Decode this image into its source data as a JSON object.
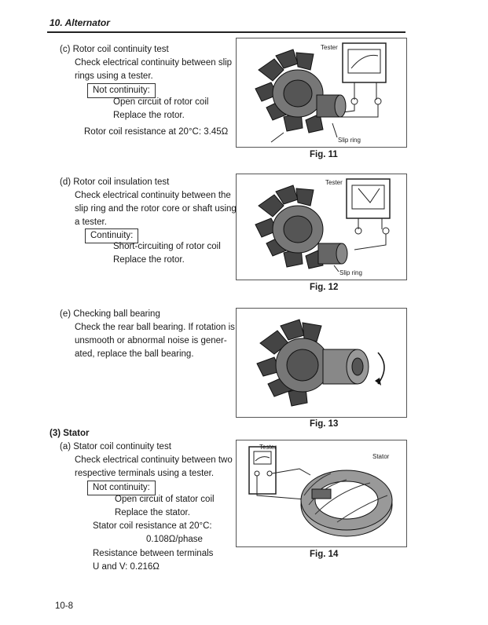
{
  "header": {
    "title": "10. Alternator"
  },
  "sections": {
    "c": {
      "title": "(c)  Rotor coil continuity test",
      "body": [
        "Check electrical continuity between slip",
        "rings using a tester."
      ],
      "box": "Not continuity:",
      "actions": [
        "Open circuit of rotor coil",
        "Replace the rotor."
      ],
      "note": "Rotor coil resistance at 20°C:  3.45Ω"
    },
    "d": {
      "title": "(d)  Rotor coil insulation test",
      "body": [
        "Check electrical continuity between the",
        "slip ring and the rotor core or shaft using",
        "a tester."
      ],
      "box": "Continuity:",
      "actions": [
        "Short-circuiting of rotor coil",
        "Replace the rotor."
      ]
    },
    "e": {
      "title": "(e)  Checking ball bearing",
      "body": [
        "Check the rear ball bearing.  If rotation is",
        "unsmooth or abnormal noise is gener-",
        "ated, replace the ball bearing."
      ]
    },
    "stator": {
      "heading": "(3)  Stator",
      "title": "(a)  Stator coil continuity test",
      "body": [
        "Check electrical continuity between two",
        "respective terminals using a tester."
      ],
      "box": "Not continuity:",
      "actions": [
        "Open circuit of stator coil",
        "Replace the stator."
      ],
      "res1": "Stator coil resistance at 20°C:",
      "res1v": "0.108Ω/phase",
      "res2": "Resistance between terminals",
      "res2v": "U and V:  0.216Ω"
    }
  },
  "figures": {
    "fig11": {
      "caption": "Fig. 11",
      "tester": "Tester",
      "slip": "Slip ring"
    },
    "fig12": {
      "caption": "Fig. 12",
      "tester": "Tester",
      "slip": "Slip ring"
    },
    "fig13": {
      "caption": "Fig. 13"
    },
    "fig14": {
      "caption": "Fig. 14",
      "tester": "Tester",
      "stator": "Stator"
    }
  },
  "footer": {
    "page": "10-8"
  }
}
